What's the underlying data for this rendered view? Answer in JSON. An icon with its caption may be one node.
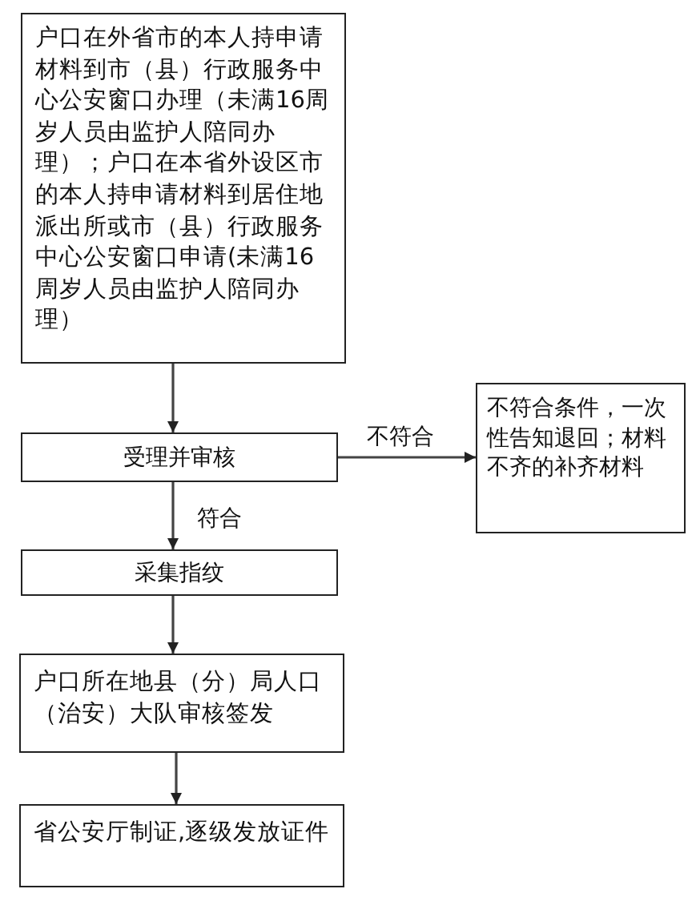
{
  "diagram": {
    "nodes": [
      {
        "text": [
          "户口在外省市的本人持申请材料到市（县）行政服务中心公安窗口办理（未满16周岁人员由监护人陪同办理）；户口在本省外设区市的本人持申请材料到居住地派出所或市（县）行政服务中心公安窗口申请(未满16周岁人员由监护人陪同办理）"
        ]
      },
      {
        "text": [
          "受理并审核"
        ]
      },
      {
        "text": [
          "不符合条件，一次性告知退回；材料不齐的补齐材料"
        ]
      },
      {
        "text": [
          "采集指纹"
        ]
      },
      {
        "text": [
          "户口所在地县（分）局人口（治安）大队审核签发"
        ]
      },
      {
        "text": [
          "省公安厅制证,逐级发放证件"
        ]
      }
    ],
    "edges": [
      {
        "from": 0,
        "to": 1,
        "arrow": "to"
      },
      {
        "from": 1,
        "to": 2,
        "arrow": "to",
        "label": "不符合"
      },
      {
        "from": 1,
        "to": 3,
        "arrow": "to",
        "label": "符合"
      },
      {
        "from": 3,
        "to": 4,
        "arrow": "to"
      },
      {
        "from": 4,
        "to": 5,
        "arrow": "to"
      }
    ]
  }
}
